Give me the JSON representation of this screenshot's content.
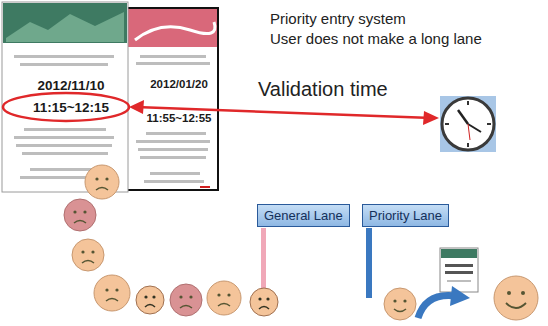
{
  "diagram": {
    "nodes": [
      {
        "text": [
          "2012/11/10",
          "11:15~12:15"
        ]
      },
      {
        "text": [
          "2012/01/20",
          "11:55~12:55"
        ]
      },
      {
        "text": [
          "General Lane"
        ]
      },
      {
        "text": [
          "Priority Lane"
        ]
      }
    ],
    "labels": [
      "Priority entry system",
      "User does not make a long lane",
      "Validation time"
    ]
  }
}
